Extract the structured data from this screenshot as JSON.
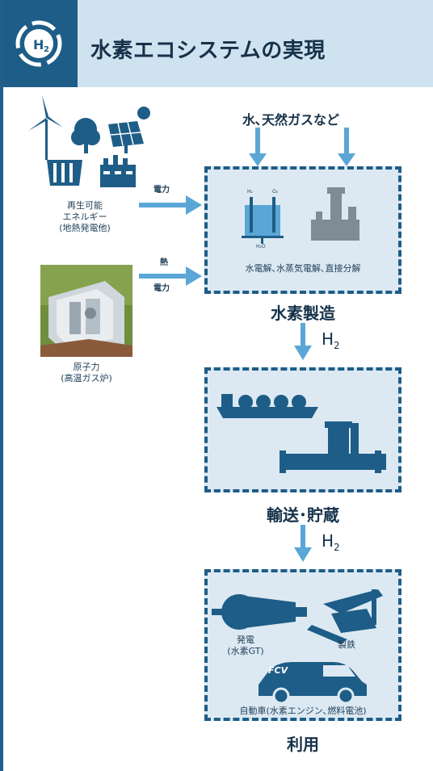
{
  "header": {
    "title": "水素エコシステムの実現",
    "logo_text": "H",
    "logo_sub": "2"
  },
  "sources": {
    "renewable_label_1": "再生可能",
    "renewable_label_2": "エネルギー",
    "renewable_label_3": "(地熱発電他)",
    "nuclear_label_1": "原子力",
    "nuclear_label_2": "(高温ガス炉)"
  },
  "inputs": {
    "top_label": "水､天然ガスなど",
    "arrow_electricity_1": "電力",
    "arrow_heat": "熱",
    "arrow_electricity_2": "電力"
  },
  "production": {
    "tank_left": "H₂",
    "tank_right": "O₂",
    "tank_bottom": "H₂O",
    "methods": "水電解､水蒸気電解､直接分解",
    "stage_label": "水素製造"
  },
  "flow": {
    "h2_1": "H",
    "h2_1_sub": "2",
    "h2_2": "H",
    "h2_2_sub": "2"
  },
  "transport": {
    "stage_label": "輸送･貯蔵"
  },
  "usage": {
    "power_1": "発電",
    "power_2": "(水素GT)",
    "steel": "製鉄",
    "car_badge": "FCV",
    "car_label": "自動車(水素エンジン､燃料電池)",
    "stage_label": "利用"
  },
  "colors": {
    "icon": "#1e5d87",
    "arrow": "#5aa6d6",
    "box_fill": "#dce9f3",
    "header_fill": "#cfe2ef"
  }
}
